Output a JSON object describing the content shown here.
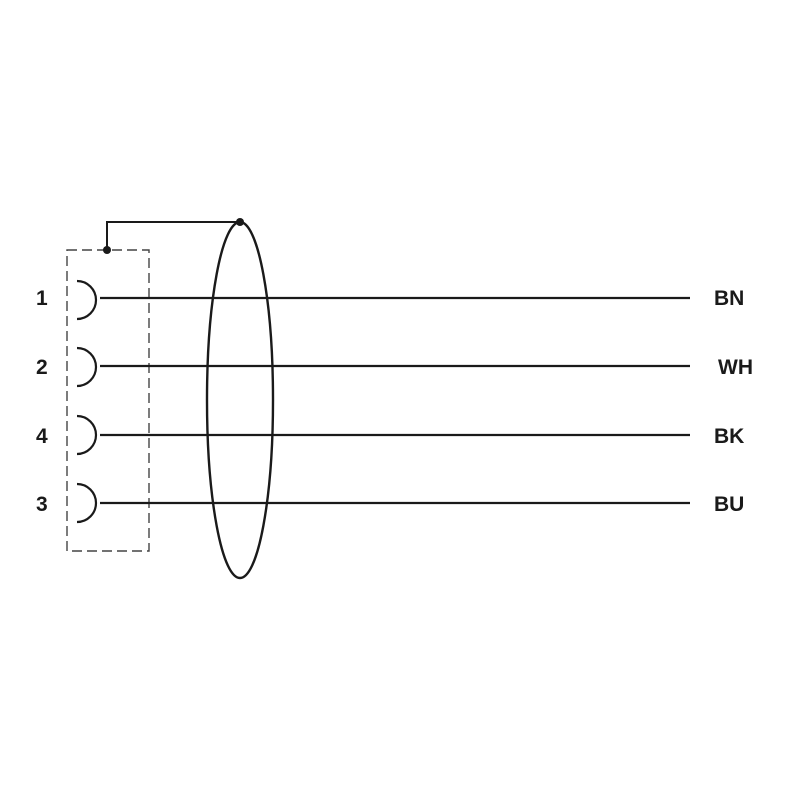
{
  "diagram": {
    "connector": {
      "pins": [
        {
          "pin": "1",
          "color_code": "BN"
        },
        {
          "pin": "2",
          "color_code": "WH"
        },
        {
          "pin": "4",
          "color_code": "BK"
        },
        {
          "pin": "3",
          "color_code": "BU"
        }
      ]
    },
    "colors": {
      "line": "#1a1a1a",
      "housing": "#444444",
      "background": "#ffffff"
    }
  }
}
